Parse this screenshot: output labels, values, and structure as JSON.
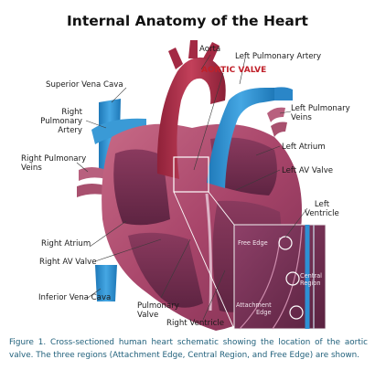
{
  "title": "Internal Anatomy of the Heart",
  "labels": {
    "aorta": "Aorta",
    "left_pulmonary_artery": "Left Pulmonary Artery",
    "aortic_valve": "AORTIC VALVE",
    "superior_vena_cava": "Superior Vena Cava",
    "right_pulmonary_artery": [
      "Right",
      "Pulmonary",
      "Artery"
    ],
    "left_pulmonary_veins": [
      "Left Pulmonary",
      "Veins"
    ],
    "left_atrium": "Left Atrium",
    "right_pulmonary_veins": [
      "Right Pulmonary",
      "Veins"
    ],
    "left_av_valve": "Left AV Valve",
    "left_ventricle": [
      "Left",
      "Ventricle"
    ],
    "right_atrium": "Right Atrium",
    "right_av_valve": "Right AV Valve",
    "inferior_vena_cava": "Inferior Vena Cava",
    "pulmonary_valve": [
      "Pulmonary",
      "Valve"
    ],
    "right_ventricle": "Right Ventricle"
  },
  "inset": {
    "free_edge": "Free Edge",
    "central_region": [
      "Central",
      "Region"
    ],
    "attachment_edge": [
      "Attachment",
      "Edge"
    ]
  },
  "caption": "Figure 1. Cross-sectioned human heart schematic showing the location of the aortic valve. The three regions (Attachment Edge, Central Region, and Free Edge) are shown.",
  "colors": {
    "vessel_blue": "#2a8fd0",
    "aortic_red": "#a4283f",
    "muscle_outer": "#b04a6a",
    "muscle_inner": "#7a3050",
    "highlight_red": "#c0202a",
    "caption_blue": "#1f5f7a"
  }
}
